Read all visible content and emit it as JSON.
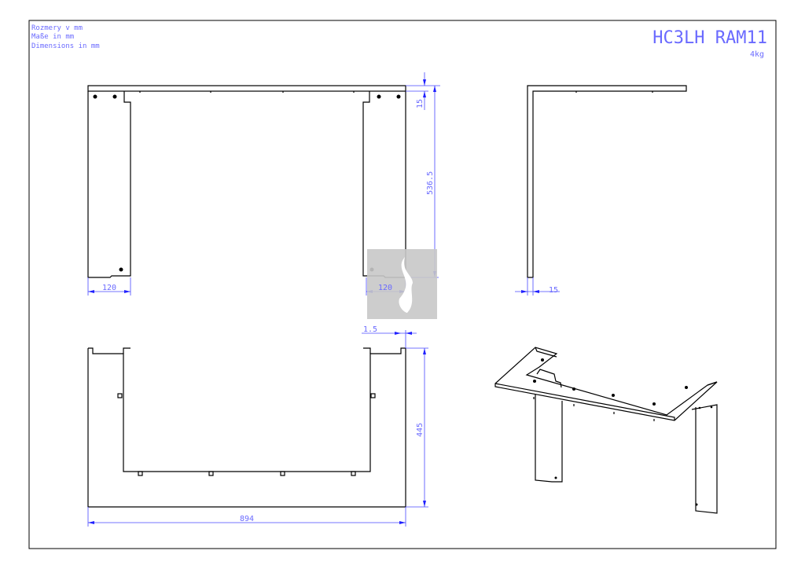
{
  "notes": [
    "Rozmery v mm",
    "Maße in mm",
    "Dimensions in mm"
  ],
  "title": "HC3LH RAM11",
  "weight": "4kg",
  "dimensions": {
    "top_thickness": "15",
    "height": "536.5",
    "leg_width_left": "120",
    "leg_width_right": "120",
    "side_thickness": "15",
    "sheet_thickness": "1.5",
    "depth": "445",
    "width": "894"
  },
  "colors": {
    "dimension": "#4a4aff",
    "text": "#6a6aff",
    "watermark": "#c8c8c8"
  }
}
